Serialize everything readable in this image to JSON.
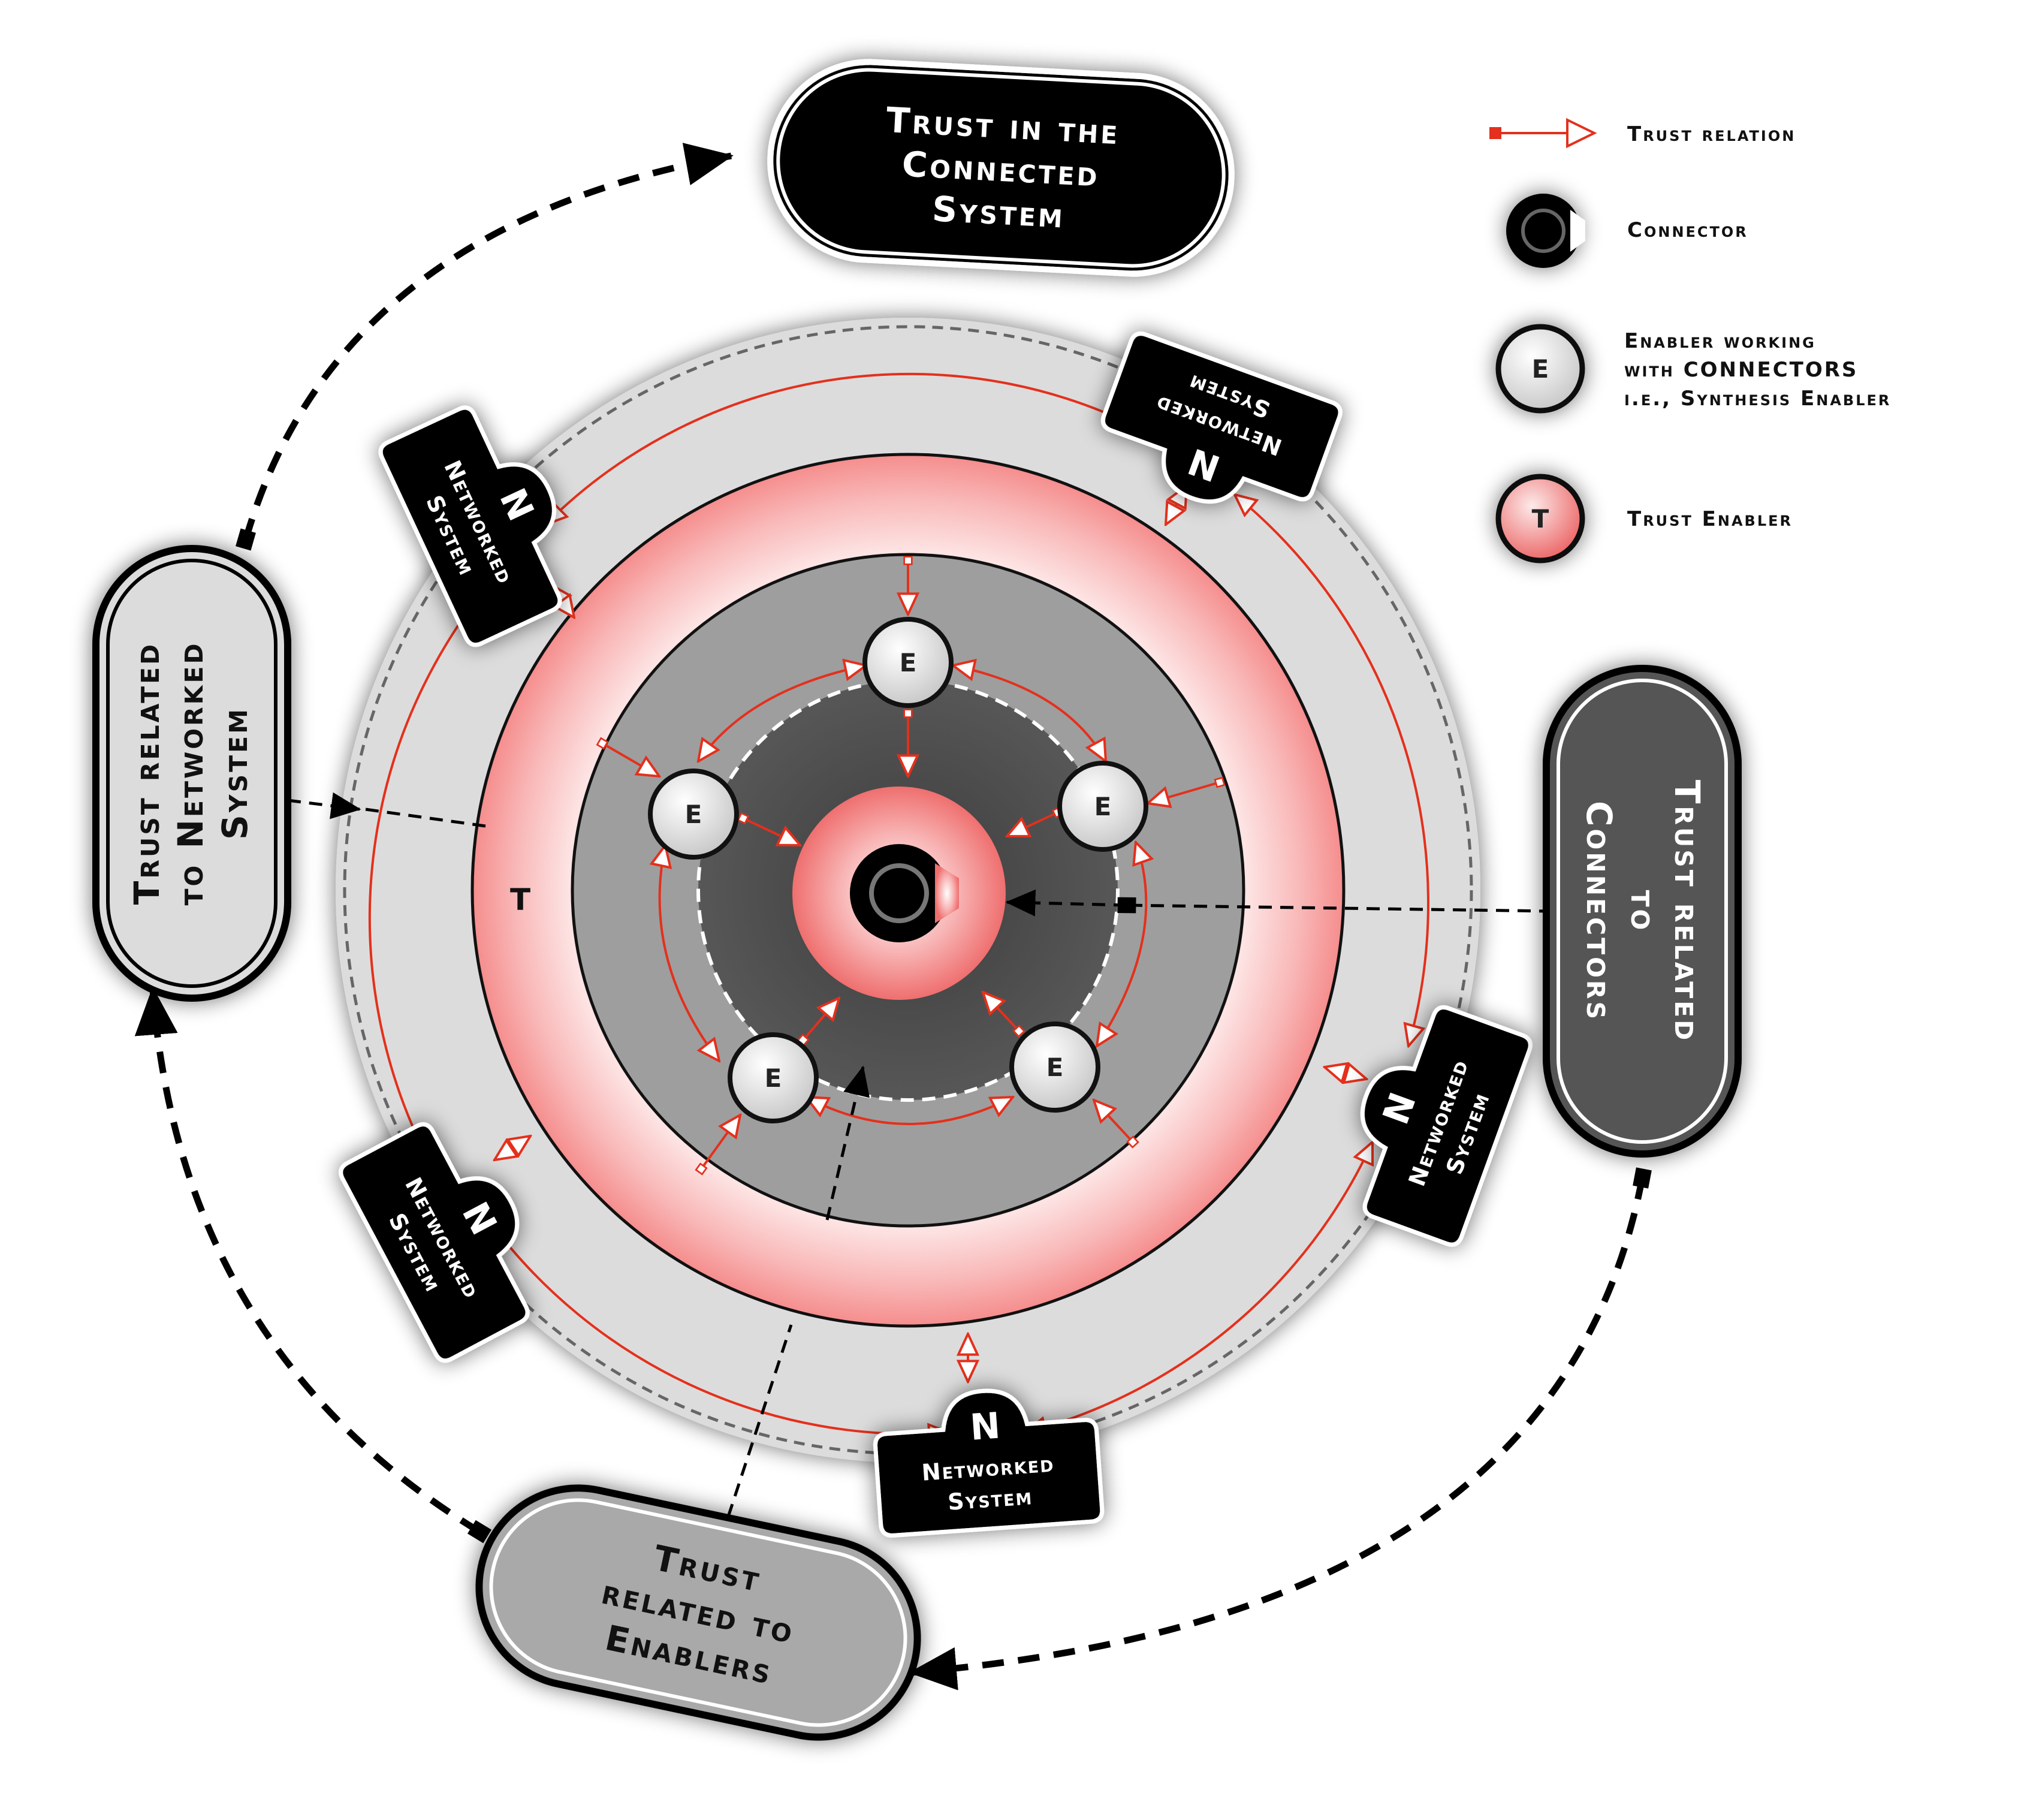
{
  "pills": {
    "connected_system": "Trust in the Connected System",
    "connected_system_lines": [
      "Trust in the",
      "Connected",
      "System"
    ],
    "networked": "Trust related to Networked System",
    "networked_lines": [
      "Trust related",
      "to Networked",
      "System"
    ],
    "connectors": "Trust related to Connectors",
    "connectors_lines": [
      "Trust related",
      "to",
      "Connectors"
    ],
    "enablers": "Trust related to Enablers",
    "enablers_lines": [
      "Trust",
      "related to",
      "Enablers"
    ]
  },
  "legend": {
    "trust_relation": "Trust relation",
    "connector": "Connector",
    "enabler_lines": [
      "Enabler working",
      "with CONNECTORS",
      "i.e., Synthesis Enabler"
    ],
    "enabler_symbol": "E",
    "trust_enabler": "Trust Enabler",
    "trust_enabler_symbol": "T"
  },
  "diagram": {
    "trust_ring_label": "T",
    "enabler_label": "E",
    "networked_system_symbol": "N",
    "networked_system_lines": [
      "Networked",
      "System"
    ]
  },
  "colors": {
    "trust_red": "#e4301c",
    "pink": "#f7a0a0",
    "light_gray": "#dcdcdc",
    "mid_gray": "#9e9e9e",
    "dark_gray": "#4d4d4d",
    "black": "#111111"
  }
}
